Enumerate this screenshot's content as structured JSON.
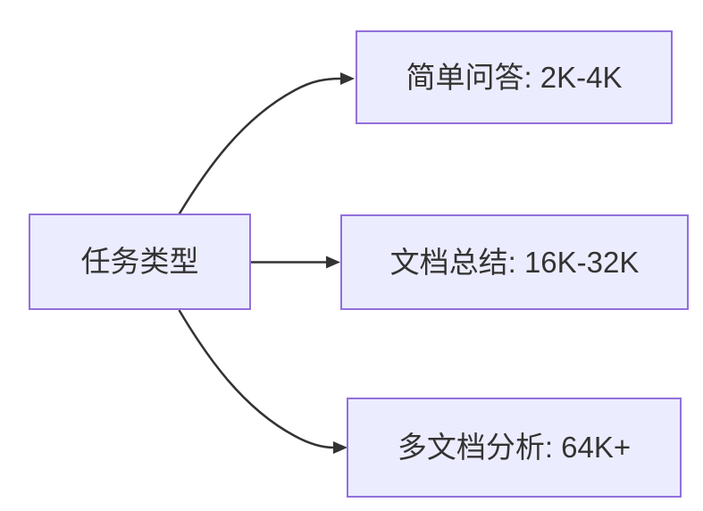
{
  "diagram": {
    "type": "flowchart",
    "direction": "left-to-right",
    "root": {
      "id": "task-type",
      "label": "任务类型"
    },
    "children": [
      {
        "id": "simple-qa",
        "label": "简单问答: 2K-4K"
      },
      {
        "id": "doc-summary",
        "label": "文档总结: 16K-32K"
      },
      {
        "id": "multi-doc",
        "label": "多文档分析: 64K+"
      }
    ],
    "edges": [
      {
        "from": "task-type",
        "to": "simple-qa"
      },
      {
        "from": "task-type",
        "to": "doc-summary"
      },
      {
        "from": "task-type",
        "to": "multi-doc"
      }
    ],
    "colors": {
      "node_fill": "#ECECFF",
      "node_border": "#9370DB",
      "edge": "#333333",
      "text": "#333333",
      "background": "#FFFFFF"
    }
  }
}
